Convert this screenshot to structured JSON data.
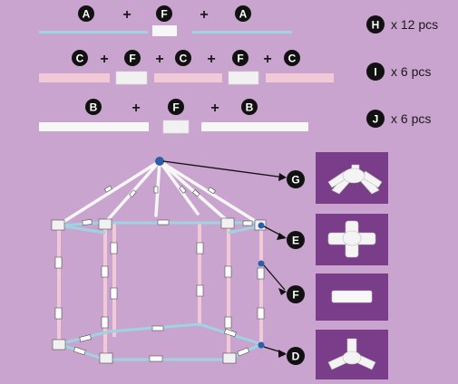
{
  "colors": {
    "background": "#c9a4cf",
    "tube_blue": "#9fd3e0",
    "tube_pink": "#f2c9d6",
    "tube_white": "#f7f7f7",
    "connector": "#f1f1f1",
    "badge": "#111111",
    "icon_box": "#7a3d8a"
  },
  "assembly_rows": [
    {
      "items": [
        "A",
        "+",
        "F",
        "+",
        "A"
      ]
    },
    {
      "items": [
        "C",
        "+",
        "F",
        "+",
        "C",
        "+",
        "F",
        "+",
        "C"
      ]
    },
    {
      "items": [
        "B",
        "+",
        "F",
        "+",
        "B"
      ]
    }
  ],
  "parts_list": [
    {
      "letter": "H",
      "quantity": "x 12 pcs"
    },
    {
      "letter": "I",
      "quantity": "x 6 pcs"
    },
    {
      "letter": "J",
      "quantity": "x 6 pcs"
    }
  ],
  "callouts": [
    {
      "letter": "G",
      "icon": "five-way-roof-connector-icon"
    },
    {
      "letter": "E",
      "icon": "four-way-cross-connector-icon"
    },
    {
      "letter": "F",
      "icon": "straight-coupler-icon"
    },
    {
      "letter": "D",
      "icon": "three-way-y-connector-icon"
    }
  ]
}
